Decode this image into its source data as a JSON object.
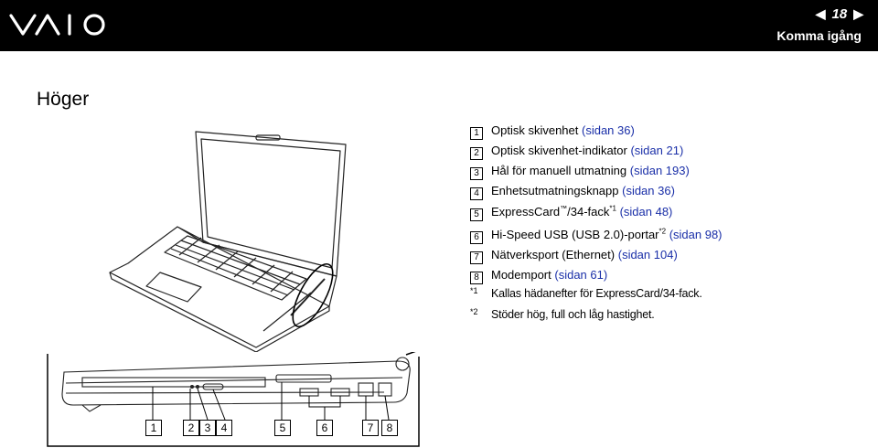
{
  "header": {
    "brand": "VAIO",
    "page_number": "18",
    "section": "Komma igång"
  },
  "heading": "Höger",
  "items": [
    {
      "num": "1",
      "text": "Optisk skivenhet",
      "sup": "",
      "text2": "",
      "link": "(sidan 36)"
    },
    {
      "num": "2",
      "text": "Optisk skivenhet-indikator",
      "sup": "",
      "text2": "",
      "link": "(sidan 21)"
    },
    {
      "num": "3",
      "text": "Hål för manuell utmatning",
      "sup": "",
      "text2": "",
      "link": "(sidan 193)"
    },
    {
      "num": "4",
      "text": "Enhetsutmatningsknapp",
      "sup": "",
      "text2": "",
      "link": "(sidan 36)"
    },
    {
      "num": "5",
      "text": "ExpressCard",
      "sup": "™",
      "text2": "/34-fack",
      "sup2": "*1",
      "link": "(sidan 48)"
    },
    {
      "num": "6",
      "text": "Hi-Speed USB (USB 2.0)-portar",
      "sup": "*2",
      "text2": "",
      "link": "(sidan 98)"
    },
    {
      "num": "7",
      "text": "Nätverksport (Ethernet)",
      "sup": "",
      "text2": "",
      "link": "(sidan 104)"
    },
    {
      "num": "8",
      "text": "Modemport",
      "sup": "",
      "text2": "",
      "link": "(sidan 61)"
    }
  ],
  "notes": [
    {
      "mark": "*1",
      "text": "Kallas hädanefter för ExpressCard/34-fack."
    },
    {
      "mark": "*2",
      "text": "Stöder hög, full och låg hastighet."
    }
  ],
  "callouts": [
    "1",
    "2",
    "3",
    "4",
    "5",
    "6",
    "7",
    "8"
  ]
}
